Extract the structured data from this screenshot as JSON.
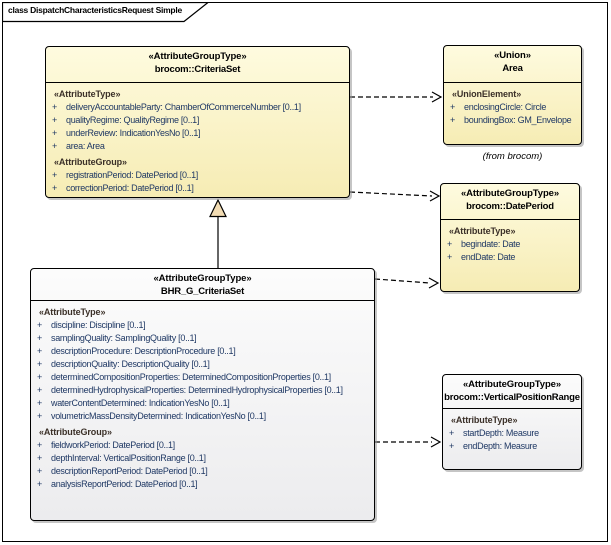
{
  "diagram": {
    "frame_title": "class DispatchCharacteristicsRequest Simple",
    "colors": {
      "yellow_fill_top": "#FEFBDF",
      "yellow_fill_bottom": "#F6ECB4",
      "plain_fill_top": "#FCFCFC",
      "plain_fill_bottom": "#ECECEE",
      "border": "#000000",
      "attribute_text": "#1F3864",
      "stereotype_text": "#3B3028",
      "generalization_head_fill": "#F2DCB3"
    },
    "classes": [
      {
        "id": "criteria-set",
        "stereotype": "«AttributeGroupType»",
        "name": "brocom::CriteriaSet",
        "fill": "yellow",
        "sections": [
          {
            "label": "«AttributeType»",
            "items": [
              {
                "vis": "+",
                "text": "deliveryAccountableParty: ChamberOfCommerceNumber [0..1]"
              },
              {
                "vis": "+",
                "text": "qualityRegime: QualityRegime [0..1]"
              },
              {
                "vis": "+",
                "text": "underReview: IndicationYesNo [0..1]"
              },
              {
                "vis": "+",
                "text": "area: Area"
              }
            ]
          },
          {
            "label": "«AttributeGroup»",
            "items": [
              {
                "vis": "+",
                "text": "registrationPeriod: DatePeriod [0..1]"
              },
              {
                "vis": "+",
                "text": "correctionPeriod: DatePeriod [0..1]"
              }
            ]
          }
        ]
      },
      {
        "id": "area",
        "stereotype": "«Union»",
        "name": "Area",
        "fill": "yellow",
        "note_below": "(from brocom)",
        "sections": [
          {
            "label": "«UnionElement»",
            "items": [
              {
                "vis": "+",
                "text": "enclosingCircle: Circle"
              },
              {
                "vis": "+",
                "text": "boundingBox: GM_Envelope"
              }
            ]
          }
        ]
      },
      {
        "id": "date-period",
        "stereotype": "«AttributeGroupType»",
        "name": "brocom::DatePeriod",
        "fill": "yellow",
        "sections": [
          {
            "label": "«AttributeType»",
            "items": [
              {
                "vis": "+",
                "text": "begindate: Date"
              },
              {
                "vis": "+",
                "text": "endDate: Date"
              }
            ]
          }
        ]
      },
      {
        "id": "bhr-criteria-set",
        "stereotype": "«AttributeGroupType»",
        "name": "BHR_G_CriteriaSet",
        "fill": "plain",
        "sections": [
          {
            "label": "«AttributeType»",
            "items": [
              {
                "vis": "+",
                "text": "discipline: Discipline [0..1]"
              },
              {
                "vis": "+",
                "text": "samplingQuality: SamplingQuality [0..1]"
              },
              {
                "vis": "+",
                "text": "descriptionProcedure: DescriptionProcedure [0..1]"
              },
              {
                "vis": "+",
                "text": "descriptionQuality: DescriptionQuality [0..1]"
              },
              {
                "vis": "+",
                "text": "determinedCompositionProperties: DeterminedCompositionProperties [0..1]"
              },
              {
                "vis": "+",
                "text": "determinedHydrophysicalProperties: DeterminedHydrophysicalProperties [0..1]"
              },
              {
                "vis": "+",
                "text": "waterContentDetermined: IndicationYesNo [0..1]"
              },
              {
                "vis": "+",
                "text": "volumetricMassDensityDetermined: IndicationYesNo [0..1]"
              }
            ]
          },
          {
            "label": "«AttributeGroup»",
            "items": [
              {
                "vis": "+",
                "text": "fieldworkPeriod: DatePeriod [0..1]"
              },
              {
                "vis": "+",
                "text": "depthInterval: VerticalPositionRange [0..1]"
              },
              {
                "vis": "+",
                "text": "descriptionReportPeriod: DatePeriod [0..1]"
              },
              {
                "vis": "+",
                "text": "analysisReportPeriod: DatePeriod [0..1]"
              }
            ]
          }
        ]
      },
      {
        "id": "vertical-position-range",
        "stereotype": "«AttributeGroupType»",
        "name": "brocom::VerticalPositionRange",
        "fill": "plain",
        "sections": [
          {
            "label": "«AttributeType»",
            "items": [
              {
                "vis": "+",
                "text": "startDepth: Measure"
              },
              {
                "vis": "+",
                "text": "endDepth: Measure"
              }
            ]
          }
        ]
      }
    ],
    "connectors": [
      {
        "type": "dependency",
        "from": "brocom::CriteriaSet",
        "to": "Area"
      },
      {
        "type": "dependency",
        "from": "brocom::CriteriaSet",
        "to": "brocom::DatePeriod"
      },
      {
        "type": "generalization",
        "from": "BHR_G_CriteriaSet",
        "to": "brocom::CriteriaSet"
      },
      {
        "type": "dependency",
        "from": "BHR_G_CriteriaSet",
        "to": "brocom::DatePeriod"
      },
      {
        "type": "dependency",
        "from": "BHR_G_CriteriaSet",
        "to": "brocom::VerticalPositionRange"
      }
    ]
  }
}
